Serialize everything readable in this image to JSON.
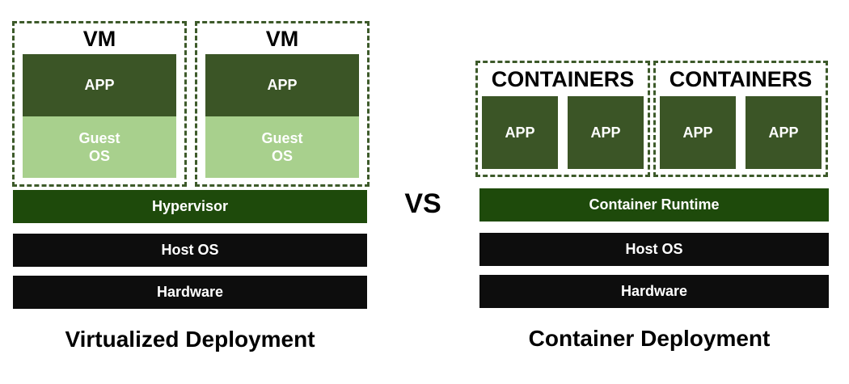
{
  "virtualized": {
    "vms": [
      {
        "title": "VM",
        "app": "APP",
        "guest_line1": "Guest",
        "guest_line2": "OS"
      },
      {
        "title": "VM",
        "app": "APP",
        "guest_line1": "Guest",
        "guest_line2": "OS"
      }
    ],
    "hypervisor": "Hypervisor",
    "host_os": "Host OS",
    "hardware": "Hardware",
    "caption": "Virtualized Deployment"
  },
  "vs": "VS",
  "container": {
    "groups": [
      {
        "title": "CONTAINERS",
        "apps": [
          "APP",
          "APP"
        ]
      },
      {
        "title": "CONTAINERS",
        "apps": [
          "APP",
          "APP"
        ]
      }
    ],
    "runtime": "Container Runtime",
    "host_os": "Host OS",
    "hardware": "Hardware",
    "caption": "Container Deployment"
  },
  "colors": {
    "app": "#3b5526",
    "guest_os": "#a8d08d",
    "hypervisor": "#1e4a0b",
    "host_layers": "#0d0d0d",
    "dashed_border": "#3d5a2a"
  }
}
